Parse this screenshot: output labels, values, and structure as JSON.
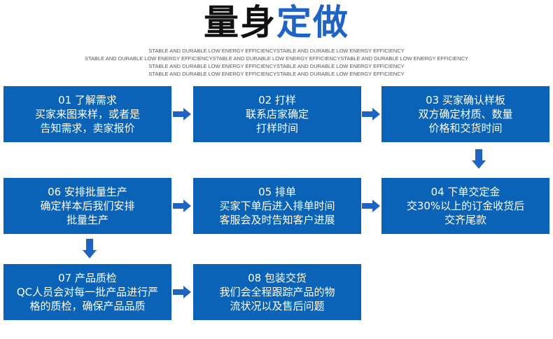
{
  "title": {
    "part1": "量身",
    "part2": "定做"
  },
  "subtitle_lines": [
    "STABLE AND DURABLE LOW ENERGY EFFICIENCYSTABLE AND DURABLE LOW ENERGY EFFICIENCY",
    "STABLE AND DURABLE LOW ENERGY EFFICIENCYSTABLE AND DURABLE LOW ENERGY EFFICIENCYSTABLE AND DURABLE LOW ENERGY EFFICIENCY",
    "STABLE AND DURABLE LOW ENERGY EFFICIENCYSTABLE AND DURABLE LOW ENERGY EFFICIENCY",
    "STABLE AND DURABLE LOW ENERGY EFFICIENCYSTABLE AND DURABLE LOW ENERGY EFFICIENCY"
  ],
  "colors": {
    "box": "#0b63b7",
    "arrow": "#1f63c3",
    "title_accent": "#1f63c3"
  },
  "steps": [
    {
      "lines": [
        "01 了解需求",
        "买家来图来样，或者是",
        "告知需求，卖家报价"
      ]
    },
    {
      "lines": [
        "02 打样",
        "联系店家确定",
        "打样时间"
      ]
    },
    {
      "lines": [
        "03 买家确认样板",
        "双方确定材质、数量",
        "价格和交货时间"
      ]
    },
    {
      "lines": [
        "04 下单交定金",
        "交30%以上的订金收货后",
        "交齐尾款"
      ]
    },
    {
      "lines": [
        "05 排单",
        "买家下单后进入排单时间",
        "客服会及时告知客户进展"
      ]
    },
    {
      "lines": [
        "06 安排批量生产",
        "确定样本后我们安排",
        "批量生产"
      ]
    },
    {
      "lines": [
        "07 产品质检",
        "QC人员会对每一批产品进行严",
        "格的质检，确保产品品质"
      ]
    },
    {
      "lines": [
        "08 包装交货",
        "我们会全程跟踪产品的物",
        "流状况以及售后问题"
      ]
    }
  ]
}
